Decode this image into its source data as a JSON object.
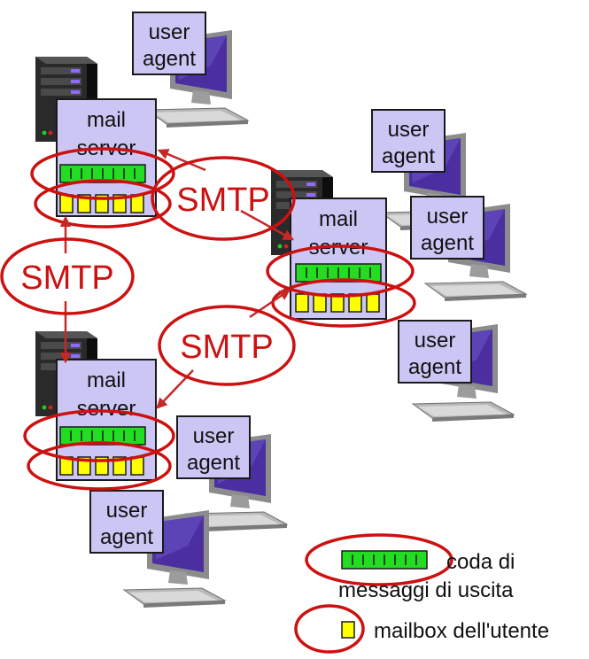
{
  "labels": {
    "user_agent_line1": "user",
    "user_agent_line2": "agent",
    "mail_server_line1": "mail",
    "mail_server_line2": "server",
    "protocol": "SMTP"
  },
  "legend": {
    "queue_line1": "coda di",
    "queue_line2": "messaggi di uscita",
    "mailbox": "mailbox dell'utente"
  },
  "colors": {
    "box_fill": "#ccc6f5",
    "box_stroke": "#1a1a1a",
    "queue_green": "#22dd22",
    "mailbox_yellow": "#ffff00",
    "ellipse_red": "#cc1111",
    "arrow_red": "#c62828",
    "monitor_screen": "#4b2fa0"
  },
  "icons": {
    "server": "server-tower-icon",
    "computer": "desktop-computer-icon"
  }
}
